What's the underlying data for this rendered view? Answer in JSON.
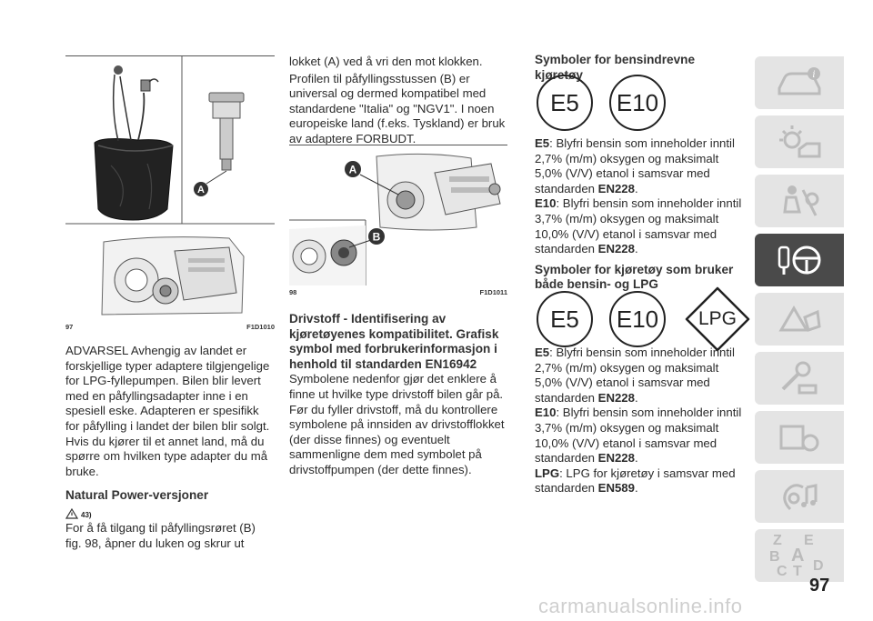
{
  "figures": {
    "f97": {
      "label": "97",
      "code": "F1D1010",
      "callout": "A"
    },
    "f98": {
      "label": "98",
      "code": "F1D1011",
      "callout_a": "A",
      "callout_b": "B"
    }
  },
  "col1": {
    "warning_para": "ADVARSEL Avhengig av landet er forskjellige typer adaptere tilgjengelige for LPG-fyllepumpen. Bilen blir levert med en påfyllingsadapter inne i en spesiell eske. Adapteren er spesifikk for påfylling i landet der bilen blir solgt. Hvis du kjører til et annet land, må du spørre om hvilken type adapter du må bruke.",
    "heading": "Natural Power-versjoner",
    "warning_ref": "43)",
    "para2": "For å få tilgang til påfyllingsrøret (B) fig. 98, åpner du luken og skrur ut"
  },
  "col2": {
    "para1": "lokket (A) ved å vri den mot klokken.",
    "para2": "Profilen til påfyllingsstussen (B) er universal og dermed kompatibel med standardene \"Italia\" og \"NGV1\". I noen europeiske land (f.eks. Tyskland) er bruk av adaptere FORBUDT.",
    "heading": "Drivstoff - Identifisering av kjøretøyenes kompatibilitet. Grafisk symbol med forbrukerinformasjon i henhold til standarden EN16942",
    "para3": "Symbolene nedenfor gjør det enklere å finne ut hvilke type drivstoff bilen går på.",
    "para4": "Før du fyller drivstoff, må du kontrollere symbolene på innsiden av drivstofflokket (der disse finnes) og eventuelt sammenligne dem med symbolet på drivstoffpumpen (der dette finnes)."
  },
  "col3": {
    "heading1": "Symboler for bensindrevne kjøretøy",
    "sym_e5": "E5",
    "sym_e10": "E10",
    "sym_lpg": "LPG",
    "e5_label": "E5",
    "e5_text": ": Blyfri bensin som inneholder inntil 2,7% (m/m) oksygen og maksimalt 5,0% (V/V) etanol i samsvar med standarden ",
    "e5_std": "EN228",
    "e10_label": "E10",
    "e10_text": ": Blyfri bensin som inneholder inntil 3,7% (m/m) oksygen og maksimalt 10,0% (V/V) etanol i samsvar med standarden ",
    "e10_std": "EN228",
    "heading2": "Symboler for kjøretøy som bruker både bensin- og LPG",
    "e5b_label": "E5",
    "e5b_text": ": Blyfri bensin som inneholder inntil 2,7% (m/m) oksygen og maksimalt 5,0% (V/V) etanol i samsvar med standarden ",
    "e5b_std": "EN228",
    "e10b_label": "E10",
    "e10b_text": ": Blyfri bensin som inneholder inntil 3,7% (m/m) oksygen og maksimalt 10,0% (V/V) etanol i samsvar med standarden ",
    "e10b_std": "EN228",
    "lpg_label": "LPG",
    "lpg_text": ": LPG for kjøretøy i samsvar med standarden ",
    "lpg_std": "EN589",
    "dot": "."
  },
  "sidebar": {
    "tabs": [
      "car-dashboard-icon",
      "warning-lights-icon",
      "seat-airbag-icon",
      "key-steering-icon",
      "road-warning-icon",
      "tools-icon",
      "service-icon",
      "multimedia-icon",
      "index-icon"
    ],
    "active_index": 3,
    "index_letters": [
      "Z",
      "E",
      "A",
      "B",
      "C",
      "T",
      "D"
    ]
  },
  "page_number": "97",
  "watermark": "carmanualsonline.info"
}
